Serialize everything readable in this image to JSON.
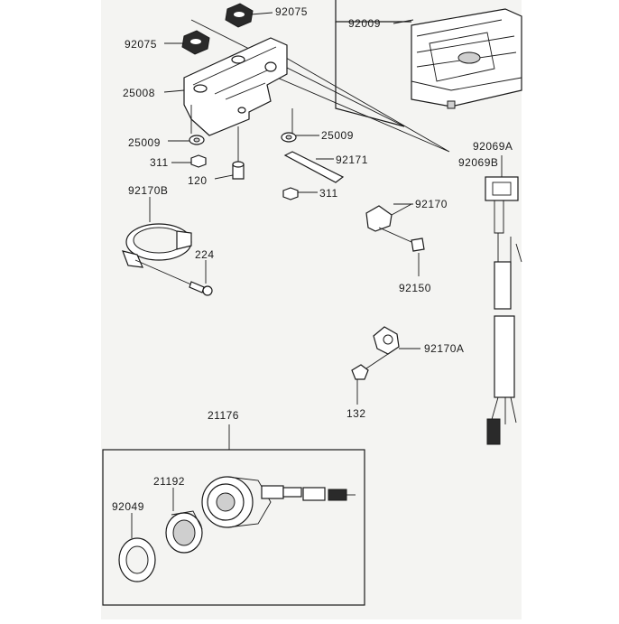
{
  "labels": {
    "p92075_top": "92075",
    "p92075_left": "92075",
    "p92009": "92009",
    "p25008": "25008",
    "p25009_left": "25009",
    "p25009_right": "25009",
    "p311_upper": "311",
    "p120": "120",
    "p92171": "92171",
    "p92069a": "92069A",
    "p92069b": "92069B",
    "p92170b": "92170B",
    "p311_lower": "311",
    "p92170": "92170",
    "p224": "224",
    "p92150": "92150",
    "p92170a": "92170A",
    "p132": "132",
    "p21176": "21176",
    "p21192": "21192",
    "p92049": "92049"
  }
}
